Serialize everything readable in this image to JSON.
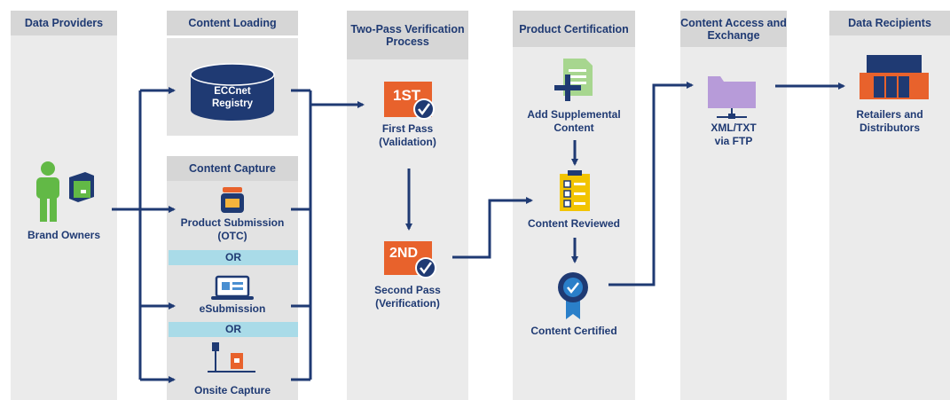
{
  "columns": {
    "data_providers": "Data Providers",
    "content_loading": "Content Loading",
    "two_pass": "Two-Pass\nVerification\nProcess",
    "product_certification": "Product\nCertification",
    "content_access": "Content Access\nand Exchange",
    "data_recipients": "Data Recipients"
  },
  "nodes": {
    "brand_owners": "Brand Owners",
    "registry": "ECCnet\nRegistry",
    "content_capture": "Content Capture",
    "product_submission": "Product Submission\n(OTC)",
    "or_1": "OR",
    "esubmission": "eSubmission",
    "or_2": "OR",
    "onsite_capture": "Onsite Capture",
    "first_badge": "1ST",
    "first_pass": "First Pass\n(Validation)",
    "second_badge": "2ND",
    "second_pass": "Second Pass\n(Verification)",
    "add_supplemental": "Add Supplemental\nContent",
    "content_reviewed": "Content Reviewed",
    "content_certified": "Content Certified",
    "xml_ftp": "XML/TXT\nvia FTP",
    "retailers": "Retailers and\nDistributors"
  },
  "colors": {
    "navy": "#1f3a73",
    "green": "#62b946",
    "orange": "#e8622c",
    "purple": "#b79bd9",
    "light_blue": "#a9dbe8",
    "column_bg": "#ebebeb",
    "header_bg": "#d6d6d6"
  }
}
